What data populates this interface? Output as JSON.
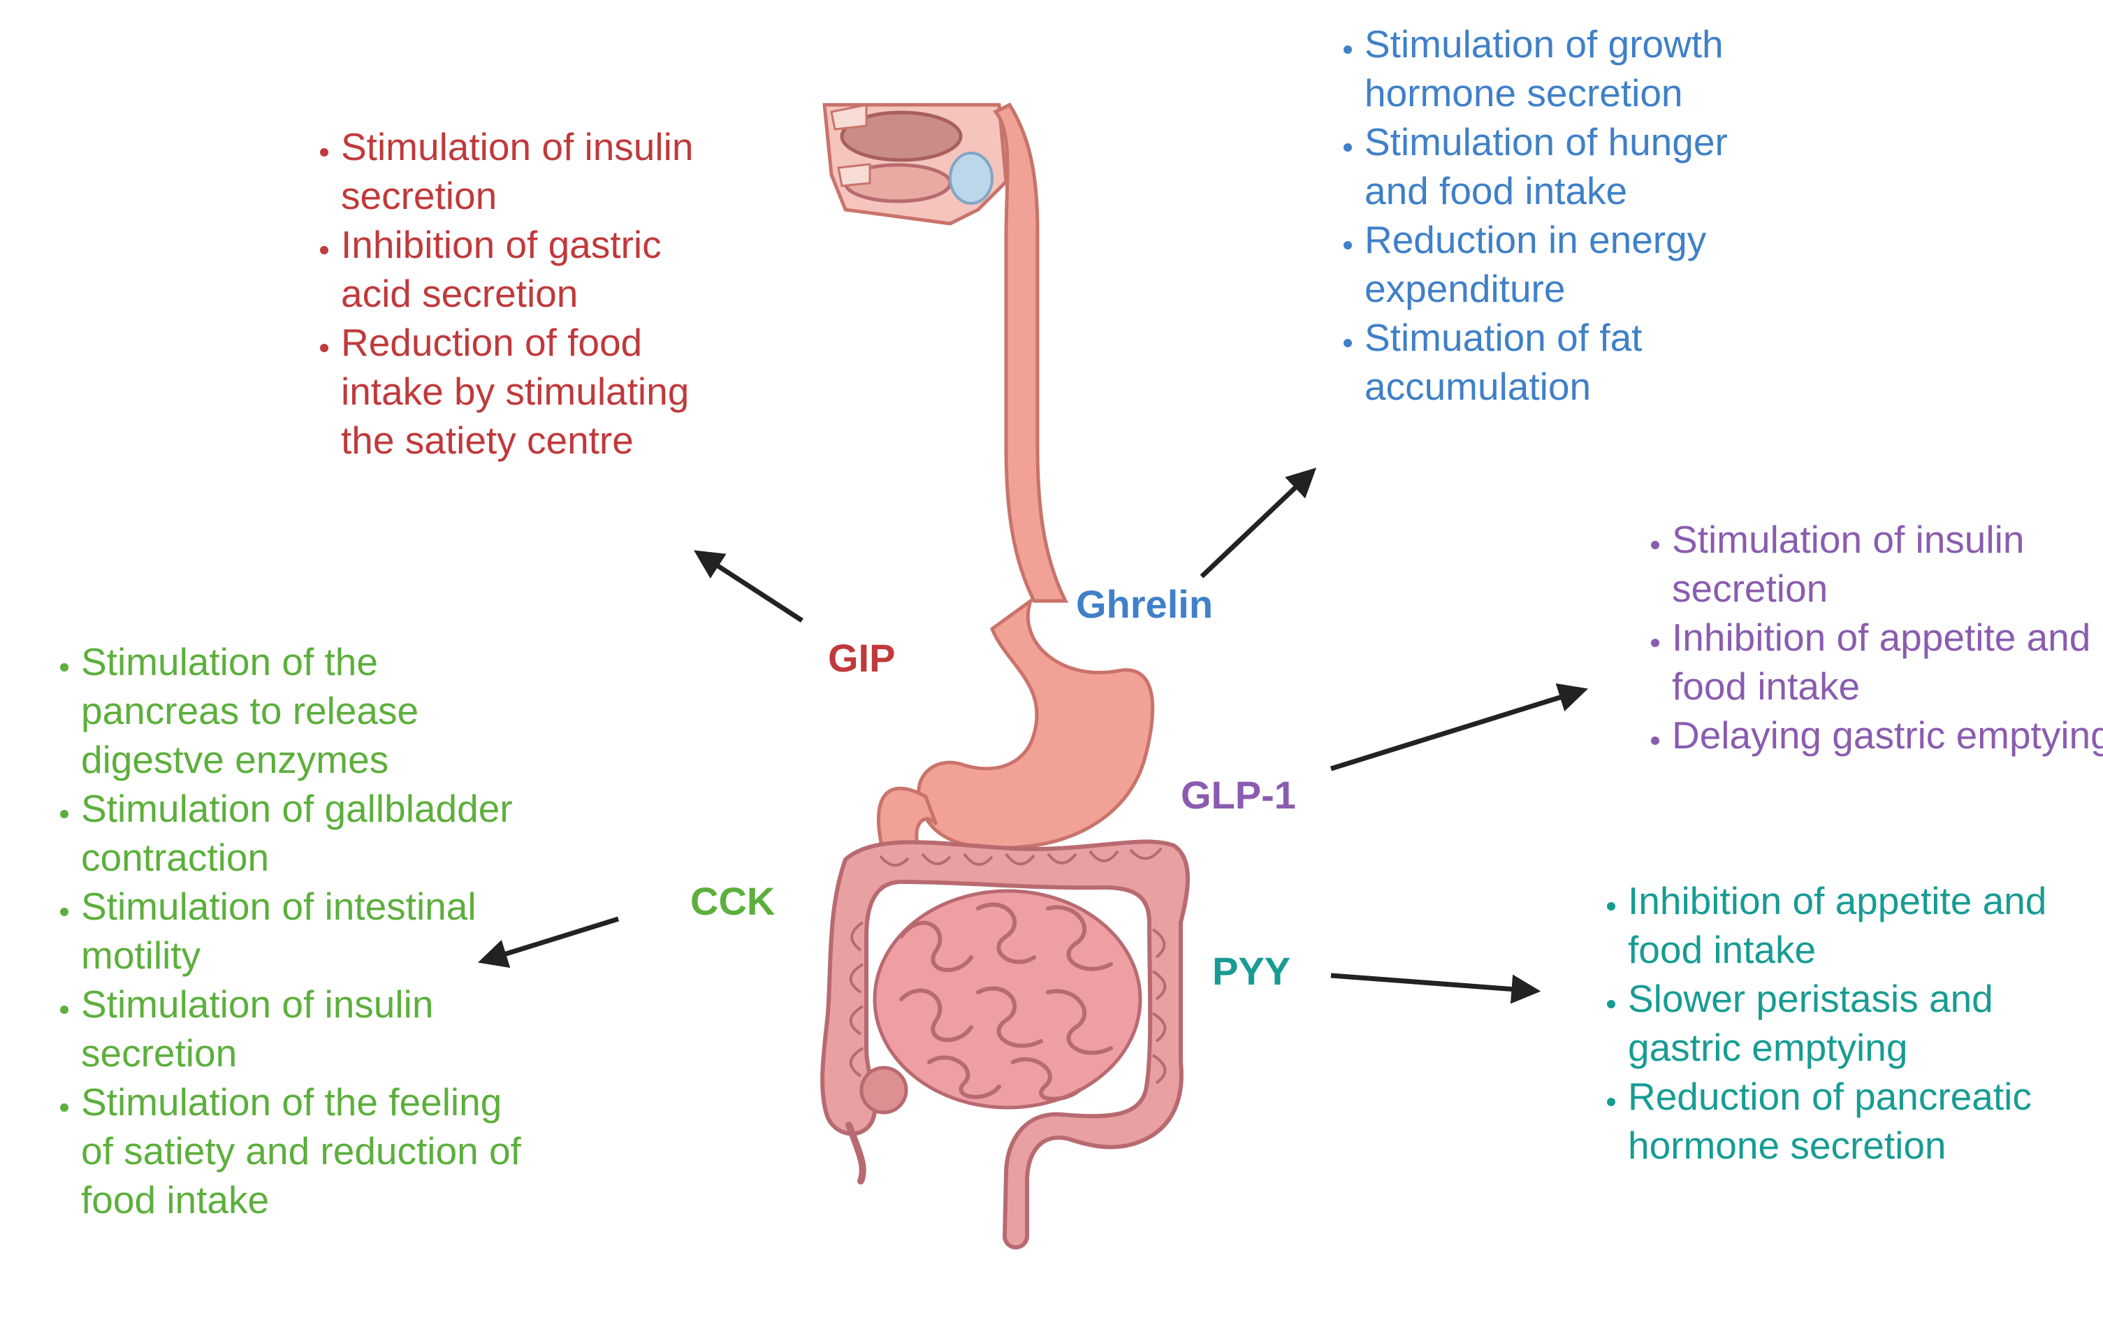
{
  "colors": {
    "gip": "#c0393b",
    "ghrelin": "#3f80c8",
    "glp1": "#8a5cb0",
    "cck": "#5caf3c",
    "pyy": "#179c93",
    "organ_fill": "#f2a196",
    "organ_stroke": "#c9736a",
    "intestine_fill": "#e8a0a2",
    "intestine_stroke": "#b86a70",
    "arrow": "#222222"
  },
  "hormones": {
    "gip": {
      "label": "GIP",
      "effects": [
        "Stimulation of insulin secretion",
        "Inhibition of gastric acid secretion",
        "Reduction of food intake by stimulating the satiety centre"
      ]
    },
    "ghrelin": {
      "label": "Ghrelin",
      "effects": [
        "Stimulation of growth hormone secretion",
        "Stimulation of hunger and food intake",
        "Reduction in energy expenditure",
        "Stimuation of fat accumulation"
      ]
    },
    "glp1": {
      "label": "GLP-1",
      "effects": [
        "Stimulation of insulin secretion",
        "Inhibition of appetite and food intake",
        "Delaying gastric emptying"
      ]
    },
    "cck": {
      "label": "CCK",
      "effects": [
        "Stimulation of the pancreas to release digestve enzymes",
        "Stimulation of gallbladder contraction",
        "Stimulation of intestinal motility",
        "Stimulation of insulin secretion",
        "Stimulation of the feeling of satiety and reduction of food intake"
      ]
    },
    "pyy": {
      "label": "PYY",
      "effects": [
        "Inhibition of appetite and food intake",
        "Slower peristasis and gastric emptying",
        "Reduction of pancreatic hormone secretion"
      ]
    }
  }
}
